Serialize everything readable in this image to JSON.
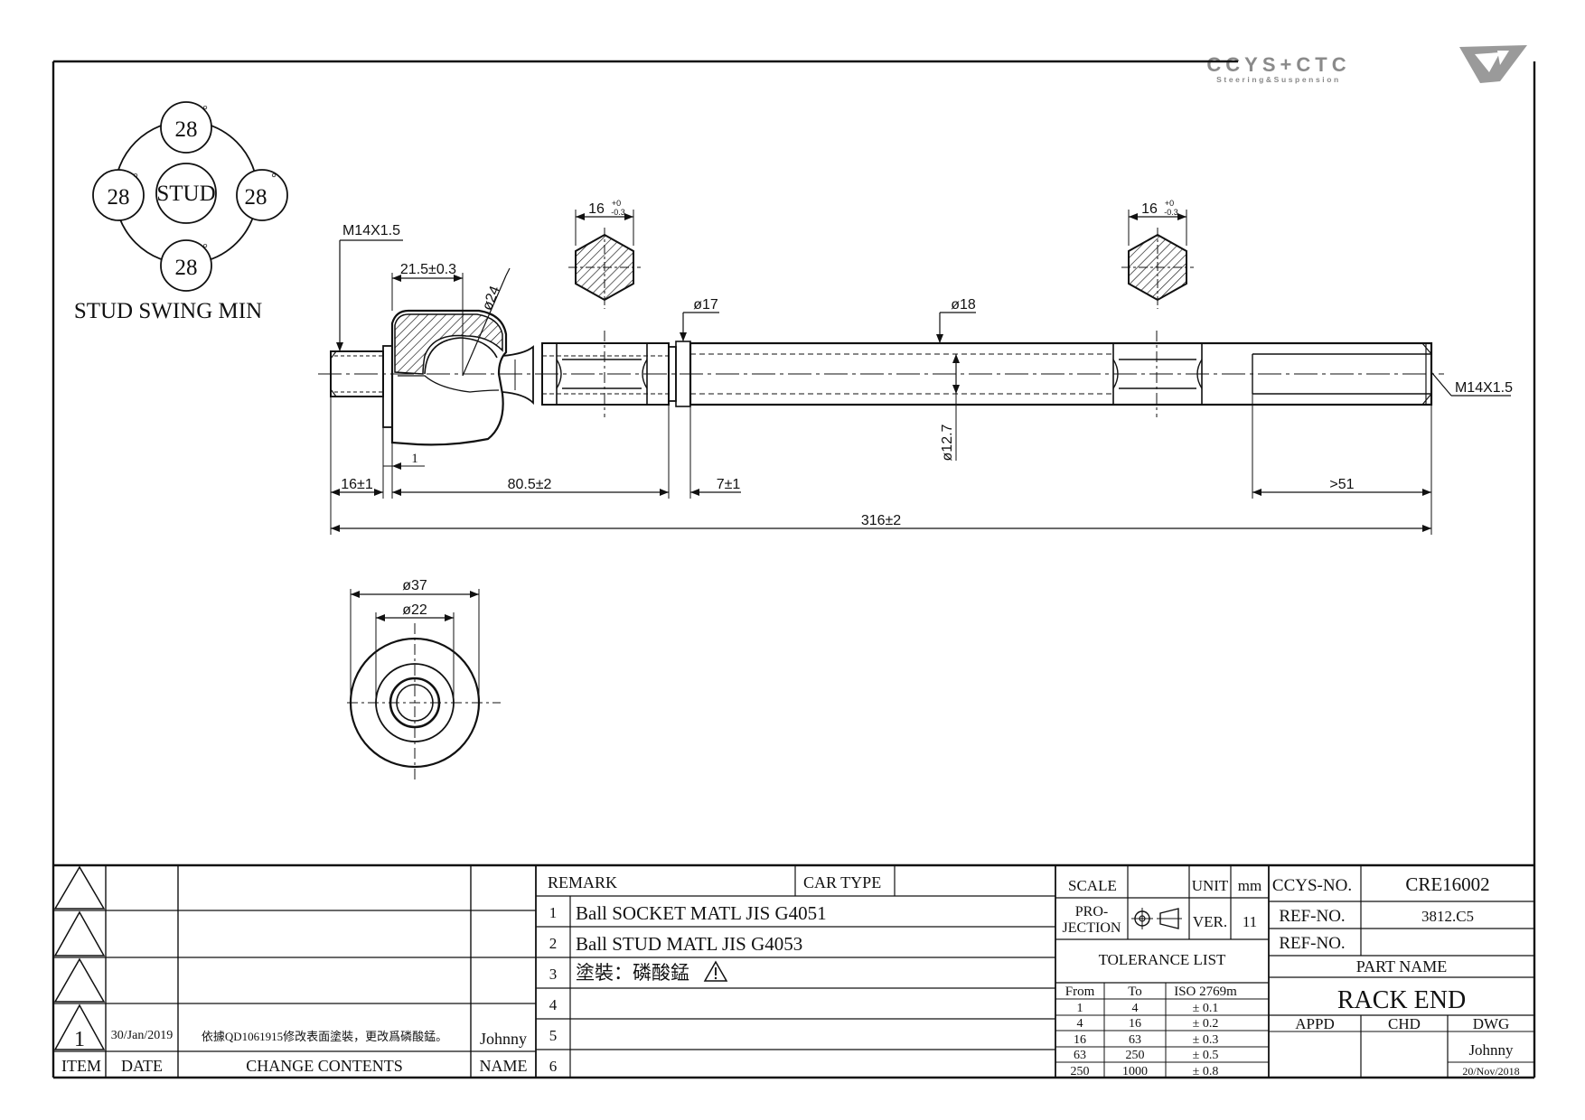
{
  "logo": {
    "name": "CCYS+CTC",
    "tagline": "Steering&Suspension"
  },
  "swing": {
    "top": "28",
    "left": "28",
    "right": "28",
    "bottom": "28",
    "center": "STUD",
    "degree": "°",
    "caption": "STUD SWING MIN"
  },
  "dims": {
    "thread_left": "M14X1.5",
    "socket_length": "21.5±0.3",
    "ball_dia": "ø24",
    "hex_left": "16",
    "hex_right": "16",
    "hex_tol_top": "+0",
    "hex_tol_bottom": "-0.3",
    "neck_dia": "ø17",
    "rod_dia": "ø18",
    "bore_dia": "ø12.7",
    "thread_right": "M14X1.5",
    "stud_len": "16±1",
    "gap": "1",
    "socket_to_neck": "80.5±2",
    "neck_len": "7±1",
    "thread_len": ">51",
    "overall": "316±2",
    "end_outer_dia": "ø37",
    "end_inner_dia": "ø22"
  },
  "revision": {
    "rows": [
      {
        "item": "",
        "date": "",
        "content": "",
        "name": ""
      },
      {
        "item": "",
        "date": "",
        "content": "",
        "name": ""
      },
      {
        "item": "",
        "date": "",
        "content": "",
        "name": ""
      },
      {
        "item": "1",
        "date": "30/Jan/2019",
        "content": "依據QD1061915修改表面塗裝，更改爲磷酸錳。",
        "name": "Johnny"
      }
    ],
    "headers": {
      "item": "ITEM",
      "date": "DATE",
      "content": "CHANGE CONTENTS",
      "name": "NAME"
    }
  },
  "remark": {
    "label": "REMARK",
    "car_type_label": "CAR TYPE",
    "car_type": "",
    "items": [
      {
        "no": "1",
        "text": "Ball SOCKET MATL JIS G4051"
      },
      {
        "no": "2",
        "text": "Ball STUD MATL JIS G4053"
      },
      {
        "no": "3",
        "text": "塗裝：磷酸錳"
      },
      {
        "no": "4",
        "text": ""
      },
      {
        "no": "5",
        "text": ""
      },
      {
        "no": "6",
        "text": ""
      }
    ]
  },
  "info": {
    "scale_label": "SCALE",
    "scale": "",
    "unit_label": "UNIT",
    "unit": "mm",
    "projection_label_1": "PRO-",
    "projection_label_2": "JECTION",
    "ver_label": "VER.",
    "ver": "11",
    "tolerance_title": "TOLERANCE LIST",
    "tol_headers": [
      "From",
      "To",
      "ISO 2769m"
    ],
    "tol_rows": [
      [
        "1",
        "4",
        "± 0.1"
      ],
      [
        "4",
        "16",
        "± 0.2"
      ],
      [
        "16",
        "63",
        "± 0.3"
      ],
      [
        "63",
        "250",
        "± 0.5"
      ],
      [
        "250",
        "1000",
        "± 0.8"
      ]
    ]
  },
  "title": {
    "ccys_label": "CCYS-NO.",
    "ccys_no": "CRE16002",
    "ref_label": "REF-NO.",
    "ref_no": "3812.C5",
    "ref_label_2": "REF-NO.",
    "ref_no_2": "",
    "part_name_label": "PART NAME",
    "part_name": "RACK END",
    "appd_label": "APPD",
    "chd_label": "CHD",
    "dwg_label": "DWG",
    "dwg_name": "Johnny",
    "dwg_date": "20/Nov/2018"
  }
}
